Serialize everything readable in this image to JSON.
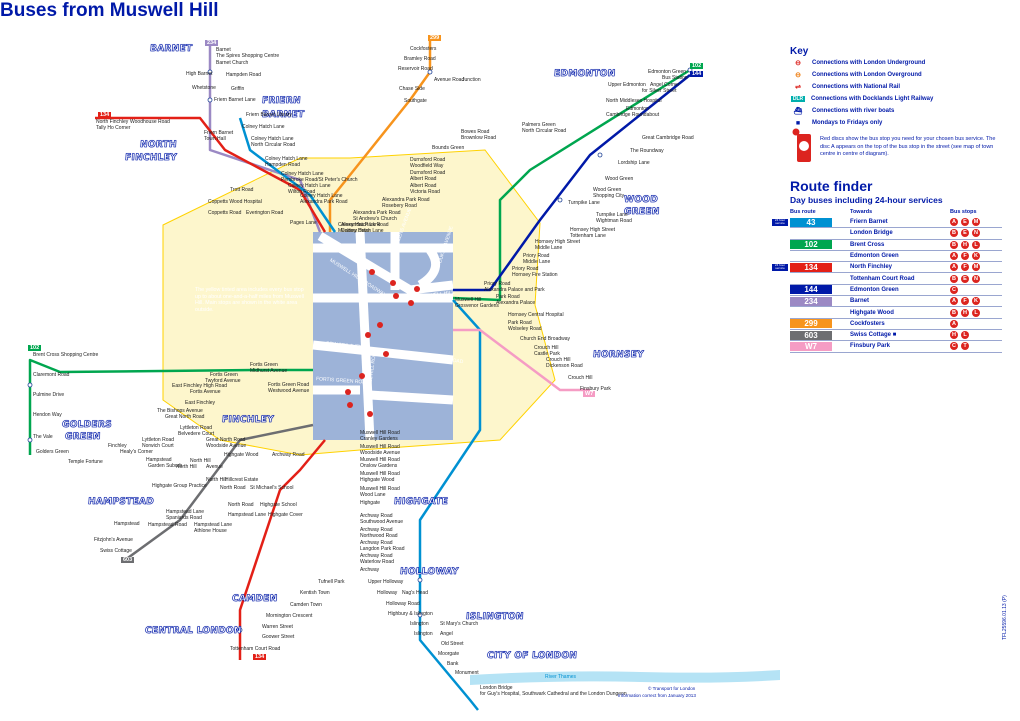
{
  "title": "Buses from Muswell Hill",
  "colors": {
    "r43": "#0091d2",
    "r102": "#00a64f",
    "r134": "#e32017",
    "r144": "#0019a8",
    "r234": "#9b89c4",
    "r299": "#f7941d",
    "r603": "#6d6e71",
    "rW7": "#f59cc4",
    "zone": "#fdf6cc",
    "centre": "#9db3d8"
  },
  "areas": [
    "BARNET",
    "FRIERN",
    "BARNET",
    "NORTH",
    "FINCHLEY",
    "EDMONTON",
    "WOOD",
    "GREEN",
    "HORNSEY",
    "GOLDERS",
    "GREEN",
    "FINCHLEY",
    "HAMPSTEAD",
    "HIGHGATE",
    "HOLLOWAY",
    "CAMDEN",
    "CENTRAL LONDON",
    "ISLINGTON",
    "CITY OF LONDON"
  ],
  "stops_left": [
    "Cockfosters",
    "Barnet",
    "The Spires Shopping Centre",
    "Barnet Church",
    "Bramley Road",
    "Reservoir Road",
    "High Barnet",
    "Hampden Road",
    "Whetstone",
    "Griffin",
    "Chase Side",
    "Friern Barnet Lane",
    "Southgate",
    "North Finchley",
    "Woodhouse Road",
    "Tally Ho Corner",
    "Friern Barnet Library",
    "Colney Hatch Lane",
    "Friern Barnet",
    "Town Hall",
    "Colney Hatch Lane",
    "North Circular Road",
    "Colney Hatch Lane",
    "Hampden Road",
    "Colney Hatch Lane",
    "Pembroke Road/St Peter's Church",
    "Colney Hatch Lane",
    "Wilton Road",
    "Trott Road",
    "Colney Hatch Lane",
    "Alexandra Park Road",
    "Coppetts Wood Hospital",
    "Coppetts Road",
    "Everington Road",
    "Pages Lane",
    "Colney Hatch Lane",
    "Meadow Drive"
  ],
  "stops_right": [
    "Edmonton Green",
    "Bus Station",
    "Avenue Road",
    "Junction",
    "Upper Edmonton",
    "Angel Corner",
    "for Silver Street",
    "North Middlesex Hospital",
    "Edmonton",
    "Cambridge Roundabout",
    "Palmers Green",
    "North Circular Road",
    "Bowes Road",
    "Brownlow Road",
    "Great Cambridge Road",
    "Bounds Green",
    "The Roundway",
    "Durnsford Road",
    "Woodfield Way",
    "Lordship Lane",
    "Durnsford Road",
    "Albert Road",
    "Wood Green",
    "Albert Road",
    "Victoria Road",
    "Wood Green",
    "Shopping City",
    "Alexandra Park Road",
    "Rosebery Road",
    "Turnpike Lane",
    "Alexandra Park Road",
    "St Andrew's Church",
    "Turnpike Lane",
    "Wightman Road",
    "Alexandra Park Road",
    "Colney Hatch Lane",
    "Hornsey High Street",
    "Tottenham Lane",
    "Hornsey High Street",
    "Middle Lane",
    "Priory Road",
    "Middle Lane",
    "Priory Road",
    "Hornsey Fire Station",
    "Priory Road",
    "Alexandra Palace and Park",
    "Park Road",
    "Alexandra Palace",
    "Muswell Hill",
    "Grosvenor Gardens",
    "Hornsey Central Hospital",
    "Park Road",
    "Wolseley Road",
    "Church End Broadway",
    "Crouch Hill",
    "Castle Park",
    "Crouch Hill",
    "Dickenson Road",
    "Crouch Hill",
    "Finsbury Park"
  ],
  "stops_south": [
    "Brent Cross Shopping Centre",
    "Fortis Green",
    "Midhurst Avenue",
    "Claremont Road",
    "Fortis Green",
    "Twyford Avenue",
    "Fortis Green Road",
    "Westwood Avenue",
    "East Finchley High Road",
    "Fortis Avenue",
    "Pulmine Drive",
    "East Finchley",
    "The Bishops Avenue",
    "Great North Road",
    "Hendon Way",
    "Lyttleton Road",
    "Belvedere Court",
    "The Vale",
    "Lyttleton Road",
    "Finchley",
    "Norwich Court",
    "Great North Road",
    "Woodside Avenue",
    "Golders Green",
    "Healy's Corner",
    "Hampstead",
    "Garden Suburb",
    "North Hill",
    "Avenue",
    "Temple Fortune",
    "North Hill",
    "Highgate Wood",
    "Archway Road",
    "Muswell Hill Road",
    "Cranley Gardens",
    "Muswell Hill Road",
    "Woodside Avenue",
    "Muswell Hill Road",
    "Onslow Gardens",
    "Muswell Hill Road",
    "Highgate Wood",
    "Muswell Hill Road",
    "Wood Lane",
    "North Hill",
    "Hillcrest Estate",
    "Highgate Group Practice",
    "North Road",
    "St Michael's School",
    "North Road",
    "Highgate School",
    "Highgate",
    "Archway Road",
    "Southwood Avenue",
    "Hampstead Lane",
    "Spaniards Road",
    "Hampstead Lane",
    "Highgate Cover",
    "Hampstead Road",
    "Hampstead Lane",
    "Athlone House",
    "Archway Road",
    "Northwood Road",
    "Hampstead",
    "Fitzjohn's Avenue",
    "Swiss Cottage",
    "Archway Road",
    "Langdon Park Road",
    "Archway Road",
    "Waterlow Road",
    "Archway",
    "Tufnell Park",
    "Upper Holloway",
    "Kentish Town",
    "Holloway",
    "Nag's Head",
    "Camden Town",
    "Holloway Road",
    "Mornington Crescent",
    "Highbury & Islington",
    "Warren Street",
    "Islington",
    "St Mary's Church",
    "Goower Street",
    "Islington",
    "Angel",
    "Tottenham Court Road",
    "Old Street",
    "Moorgate",
    "Bank",
    "Monument",
    "London Bridge",
    "for Guy's Hospital, Southwark Cathedral and the London Dungeon",
    "River Thames"
  ],
  "centre_streets": [
    "MUSWELL HILL BROADWAY",
    "QUEENS AVENUE",
    "MUSWELL HILL",
    "DUKES AVENUE",
    "FORTIS GREEN AVENUE",
    "PRINCES AVENUE",
    "ALEXANDRA PARK ROAD",
    "MUSWELL HILL ROAD",
    "FORTIS GREEN ROAD",
    "ST JAMES'S LANE"
  ],
  "centre_note": "The yellow tinted area includes every bus stop up to about one-and-a-half miles from Muswell Hill. Main stops are shown in the white area outside.",
  "key": {
    "heading": "Key",
    "items": [
      {
        "icon": "underground-roundel",
        "label": "Connections with London Underground"
      },
      {
        "icon": "overground-roundel",
        "label": "Connections with London Overground"
      },
      {
        "icon": "national-rail-icon",
        "label": "Connections with National Rail"
      },
      {
        "icon": "dlr-icon",
        "label": "Connections with Docklands Light Railway"
      },
      {
        "icon": "river-boat-icon",
        "label": "Connections with river boats"
      },
      {
        "icon": "square-icon",
        "label": "Mondays to Fridays only"
      }
    ],
    "disc_note": "Red discs show the bus stop you need for your chosen bus service. The disc A appears on the top of the bus stop in the street (see map of town centre in centre of diagram)."
  },
  "route_finder": {
    "heading": "Route finder",
    "subheading": "Day buses including 24-hour services",
    "col_route": "Bus route",
    "col_towards": "Towards",
    "col_stops": "Bus stops",
    "rows": [
      {
        "route": "43",
        "color": "#0091d2",
        "towards": "Friern Barnet",
        "stops": [
          "A",
          "E",
          "M"
        ],
        "h24": true
      },
      {
        "route": "",
        "color": "",
        "towards": "London Bridge",
        "stops": [
          "B",
          "E",
          "N"
        ],
        "h24": false
      },
      {
        "route": "102",
        "color": "#00a64f",
        "towards": "Brent Cross",
        "stops": [
          "B",
          "H",
          "L"
        ],
        "h24": false
      },
      {
        "route": "",
        "color": "",
        "towards": "Edmonton Green",
        "stops": [
          "A",
          "F",
          "K"
        ],
        "h24": false
      },
      {
        "route": "134",
        "color": "#e32017",
        "towards": "North Finchley",
        "stops": [
          "A",
          "F",
          "M"
        ],
        "h24": true
      },
      {
        "route": "",
        "color": "",
        "towards": "Tottenham Court Road",
        "stops": [
          "B",
          "E",
          "N"
        ],
        "h24": false
      },
      {
        "route": "144",
        "color": "#0019a8",
        "towards": "Edmonton Green",
        "stops": [
          "C"
        ],
        "h24": false
      },
      {
        "route": "234",
        "color": "#9b89c4",
        "towards": "Barnet",
        "stops": [
          "A",
          "F",
          "K"
        ],
        "h24": false
      },
      {
        "route": "",
        "color": "",
        "towards": "Highgate Wood",
        "stops": [
          "B",
          "H",
          "L"
        ],
        "h24": false
      },
      {
        "route": "299",
        "color": "#f7941d",
        "towards": "Cockfosters",
        "stops": [
          "A"
        ],
        "h24": false
      },
      {
        "route": "603",
        "color": "#6d6e71",
        "towards": "Swiss Cottage ■",
        "stops": [
          "H",
          "L"
        ],
        "h24": false
      },
      {
        "route": "W7",
        "color": "#f59cc4",
        "towards": "Finsbury Park",
        "stops": [
          "C",
          "T"
        ],
        "h24": false
      }
    ],
    "h24_label": "24 hour service"
  },
  "footer": {
    "tfl": "© Transport for London",
    "info": "Information correct from January 2013",
    "code": "TFL25596.01.13 (P)"
  }
}
